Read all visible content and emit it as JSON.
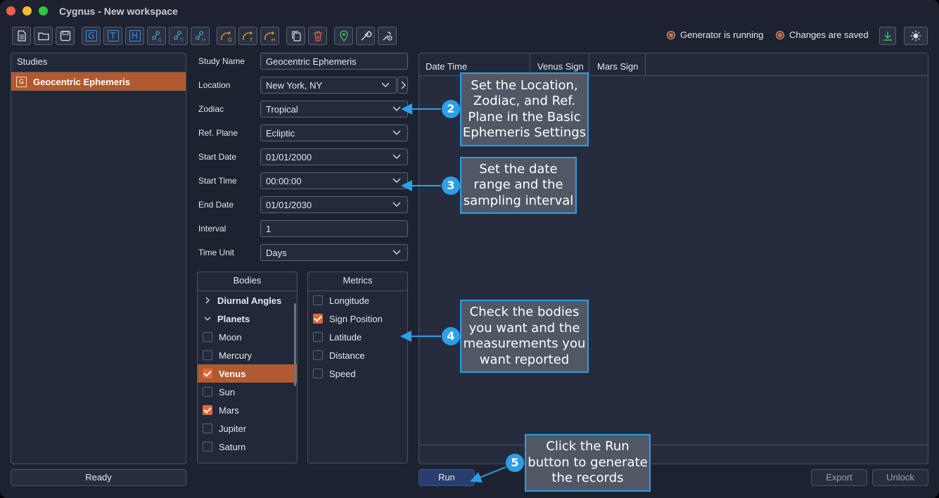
{
  "window": {
    "title": "Cygnus - New workspace"
  },
  "toolbar": {
    "icons": [
      "new-file-icon",
      "open-folder-icon",
      "save-icon",
      "geocentric-icon",
      "topocentric-icon",
      "heliocentric-icon",
      "geo-graph-icon",
      "topo-graph-icon",
      "helio-graph-icon",
      "geo-chart-icon",
      "topo-chart-icon",
      "helio-chart-icon",
      "copy-icon",
      "trash-icon",
      "location-pin-icon",
      "wrench-icon",
      "settings-gear-icon"
    ],
    "letters": [
      "G",
      "T",
      "H"
    ]
  },
  "status": {
    "generator": "Generator is running",
    "changes": "Changes are saved"
  },
  "studies": {
    "header": "Studies",
    "items": [
      {
        "icon_letter": "G",
        "label": "Geocentric Ephemeris"
      }
    ],
    "status": "Ready"
  },
  "form": {
    "study_name_label": "Study Name",
    "study_name_value": "Geocentric Ephemeris",
    "location_label": "Location",
    "location_value": "New York, NY",
    "zodiac_label": "Zodiac",
    "zodiac_value": "Tropical",
    "ref_plane_label": "Ref. Plane",
    "ref_plane_value": "Ecliptic",
    "start_date_label": "Start Date",
    "start_date_value": "01/01/2000",
    "start_time_label": "Start Time",
    "start_time_value": "00:00:00",
    "end_date_label": "End Date",
    "end_date_value": "01/01/2030",
    "interval_label": "Interval",
    "interval_value": "1",
    "time_unit_label": "Time Unit",
    "time_unit_value": "Days"
  },
  "bodies": {
    "header": "Bodies",
    "groups": [
      "Diurnal Angles",
      "Planets"
    ],
    "items": [
      {
        "label": "Moon",
        "checked": false
      },
      {
        "label": "Mercury",
        "checked": false
      },
      {
        "label": "Venus",
        "checked": true
      },
      {
        "label": "Sun",
        "checked": false
      },
      {
        "label": "Mars",
        "checked": true
      },
      {
        "label": "Jupiter",
        "checked": false
      },
      {
        "label": "Saturn",
        "checked": false
      }
    ]
  },
  "metrics": {
    "header": "Metrics",
    "items": [
      {
        "label": "Longitude",
        "checked": false
      },
      {
        "label": "Sign Position",
        "checked": true
      },
      {
        "label": "Latitude",
        "checked": false
      },
      {
        "label": "Distance",
        "checked": false
      },
      {
        "label": "Speed",
        "checked": false
      }
    ]
  },
  "results": {
    "columns": [
      "Date Time",
      "Venus Sign",
      "Mars Sign"
    ]
  },
  "buttons": {
    "run": "Run",
    "export": "Export",
    "unlock": "Unlock"
  },
  "callouts": [
    {
      "number": "2",
      "text": "Set the Location, Zodiac, and Ref. Plane in the Basic Ephemeris Settings"
    },
    {
      "number": "3",
      "text": "Set the date range and the sampling interval"
    },
    {
      "number": "4",
      "text": "Check the bodies you want and the measurements you want reported"
    },
    {
      "number": "5",
      "text": "Click the Run button to generate the records"
    }
  ],
  "colors": {
    "accent": "#e0683b",
    "callout_border": "#2e9fe6",
    "bg": "#1d2230"
  }
}
